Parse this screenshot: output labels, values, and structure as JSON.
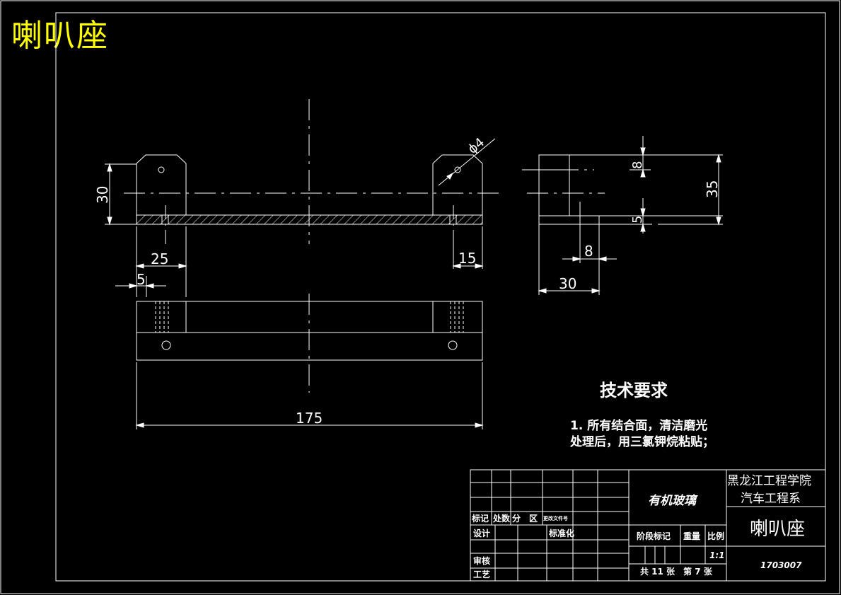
{
  "sheet_title": "喇叭座",
  "dimensions": {
    "height_30": "30",
    "hole_dia": "ϕ4",
    "d25": "25",
    "d5": "5",
    "d15": "15",
    "d175": "175",
    "side_8_top": "8",
    "side_35": "35",
    "side_5": "5",
    "side_8_bottom": "8",
    "side_30": "30"
  },
  "notes": {
    "heading": "技术要求",
    "line1": "1. 所有结合面，清洁磨光",
    "line2": "处理后，用三氯钾烷粘贴；"
  },
  "title_block": {
    "material": "有机玻璃",
    "school": "黑龙江工程学院",
    "department": "汽车工程系",
    "part_name": "喇叭座",
    "drawing_no": "1703007",
    "rev_mark": "标记",
    "rev_qty": "处数",
    "rev_zone": "分　区",
    "rev_doc": "更改文件号",
    "design": "设计",
    "standardize": "标准化",
    "review": "审核",
    "process": "工艺",
    "stage_mark": "阶段标记",
    "weight": "重量",
    "scale_label": "比例",
    "scale_value": "1:1",
    "sheets": "共 11 张　第 7 张"
  }
}
